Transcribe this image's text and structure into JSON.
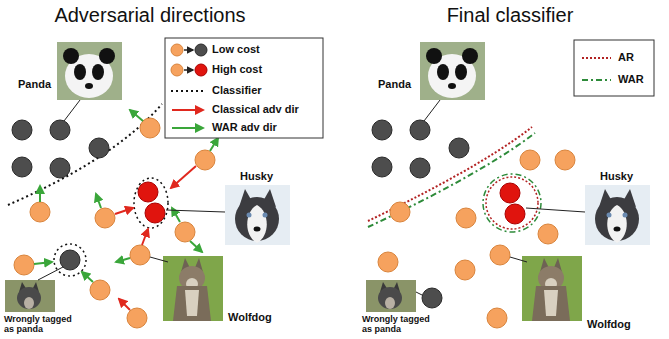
{
  "diagram": {
    "labels": [
      "Adversarial directions",
      "Final classifier",
      "Panda",
      "Husky",
      "Wrongly tagged as panda",
      "Wolfdog",
      "Panda",
      "Husky",
      "Wrongly tagged as panda",
      "Wolfdog"
    ],
    "legend": [
      {
        "text": "Low cost"
      },
      {
        "text": "High cost"
      },
      {
        "text": "Classifier"
      },
      {
        "text": "Classical adv dir"
      },
      {
        "text": "WAR adv dir"
      },
      {
        "text": "AR"
      },
      {
        "text": "WAR"
      }
    ]
  }
}
